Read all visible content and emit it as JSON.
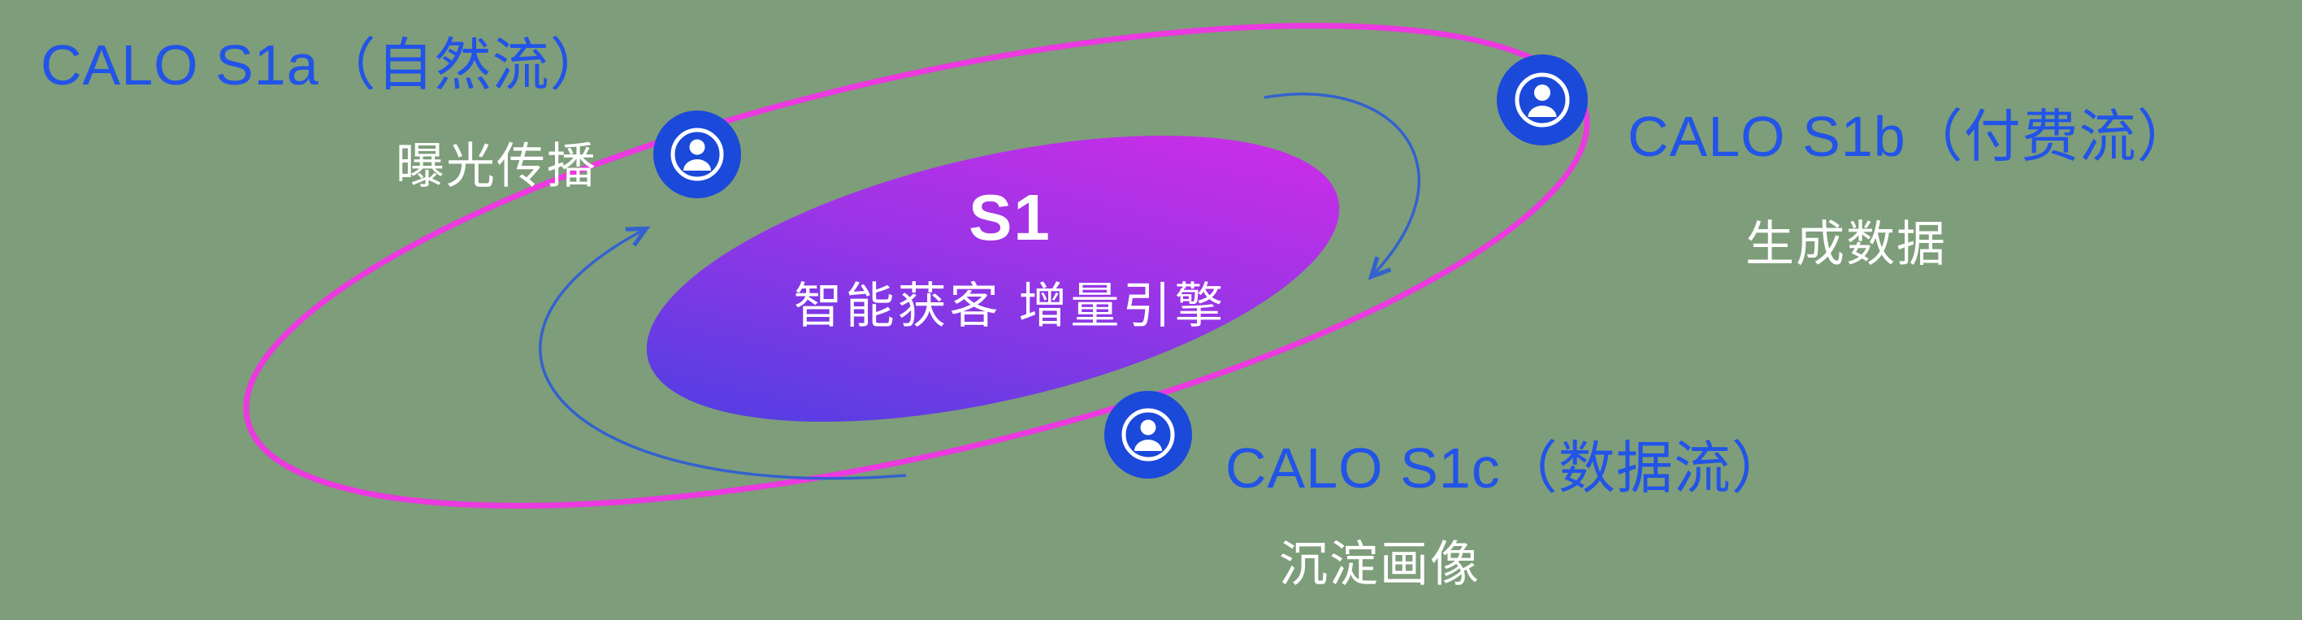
{
  "diagram": {
    "center": {
      "title": "S1",
      "subtitle": "智能获客  增量引擎"
    },
    "nodes": [
      {
        "id": "s1a",
        "title": "CALO S1a（自然流）",
        "subtitle": "曝光传播",
        "icon": "user-icon"
      },
      {
        "id": "s1b",
        "title": "CALO S1b（付费流）",
        "subtitle": "生成数据",
        "icon": "user-icon"
      },
      {
        "id": "s1c",
        "title": "CALO S1c（数据流）",
        "subtitle": "沉淀画像",
        "icon": "user-icon"
      }
    ],
    "colors": {
      "background_green": "#7e9d7a",
      "label_blue": "#2254e8",
      "ring_magenta": "#ec39e0",
      "node_blue": "#1b49d9",
      "core_gradient_start": "#4a3fe2",
      "core_gradient_end": "#d22ce8",
      "arrow_blue": "#2b5cd8",
      "subtitle_white": "#ffffff"
    }
  }
}
